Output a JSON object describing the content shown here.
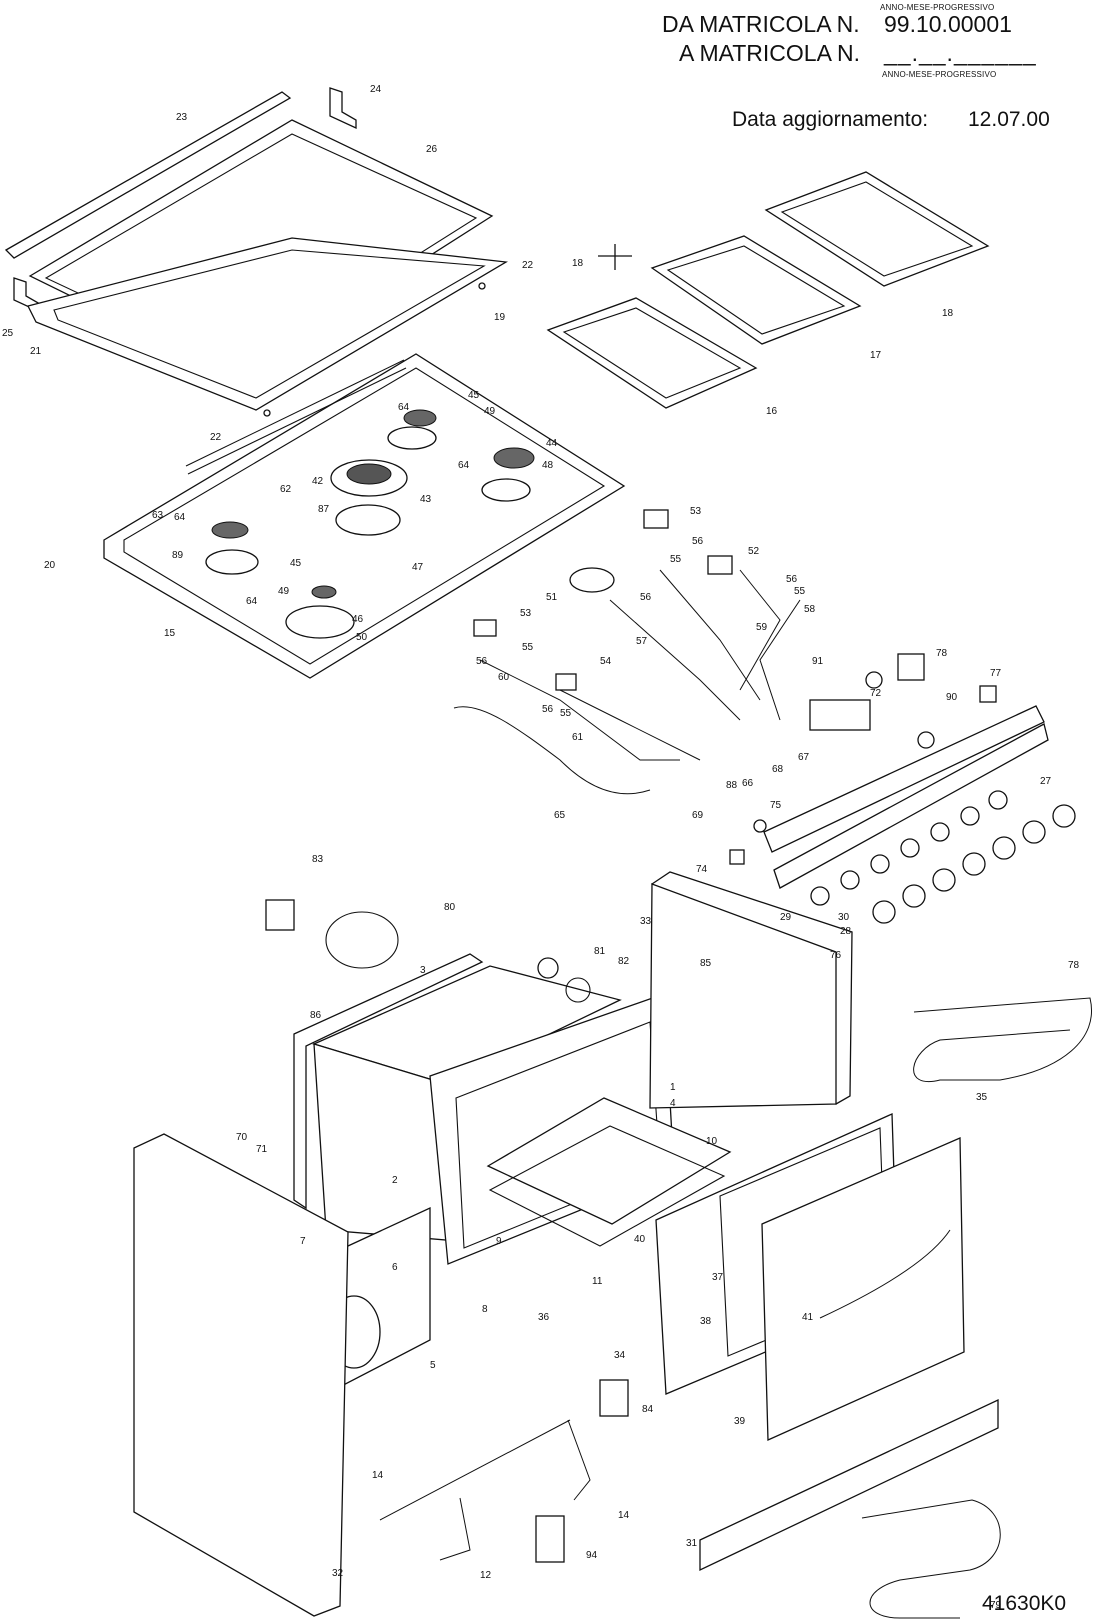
{
  "header": {
    "top_caption": "ANNO-MESE-PROGRESSIVO",
    "from_label": "DA MATRICOLA  N.",
    "from_value": "99.10.00001",
    "to_label": "A MATRICOLA  N.",
    "to_value": "__.__.______",
    "bottom_caption": "ANNO-MESE-PROGRESSIVO",
    "update_label": "Data aggiornamento:",
    "update_date": "12.07.00"
  },
  "footer": {
    "drawing_code": "41630K0"
  },
  "part_labels": {
    "p1": "1",
    "p2": "2",
    "p3": "3",
    "p4": "4",
    "p5": "5",
    "p6": "6",
    "p7": "7",
    "p8": "8",
    "p9": "9",
    "p10": "10",
    "p11": "11",
    "p12": "12",
    "p14a": "14",
    "p14b": "14",
    "p15": "15",
    "p16": "16",
    "p17": "17",
    "p18a": "18",
    "p18b": "18",
    "p19": "19",
    "p20": "20",
    "p21": "21",
    "p22a": "22",
    "p22b": "22",
    "p23": "23",
    "p24": "24",
    "p25": "25",
    "p26": "26",
    "p27": "27",
    "p28": "28",
    "p29": "29",
    "p30": "30",
    "p31": "31",
    "p32": "32",
    "p33": "33",
    "p34": "34",
    "p35": "35",
    "p36": "36",
    "p37": "37",
    "p38": "38",
    "p39": "39",
    "p40": "40",
    "p41": "41",
    "p42": "42",
    "p43": "43",
    "p44": "44",
    "p45a": "45",
    "p45b": "45",
    "p46": "46",
    "p47": "47",
    "p48": "48",
    "p49a": "49",
    "p49b": "49",
    "p50": "50",
    "p51": "51",
    "p52": "52",
    "p53a": "53",
    "p53b": "53",
    "p54": "54",
    "p55a": "55",
    "p55b": "55",
    "p55c": "55",
    "p55d": "55",
    "p56a": "56",
    "p56b": "56",
    "p56c": "56",
    "p56d": "56",
    "p56e": "56",
    "p57": "57",
    "p58": "58",
    "p59": "59",
    "p60": "60",
    "p61": "61",
    "p62": "62",
    "p63": "63",
    "p64a": "64",
    "p64b": "64",
    "p64c": "64",
    "p64d": "64",
    "p65": "65",
    "p66": "66",
    "p67": "67",
    "p68": "68",
    "p69": "69",
    "p70": "70",
    "p71": "71",
    "p72": "72",
    "p74": "74",
    "p75": "75",
    "p76": "76",
    "p77": "77",
    "p78a": "78",
    "p78b": "78",
    "p79": "79",
    "p80": "80",
    "p81": "81",
    "p82": "82",
    "p83": "83",
    "p84": "84",
    "p85": "85",
    "p86": "86",
    "p87": "87",
    "p88": "88",
    "p89": "89",
    "p90": "90",
    "p91": "91",
    "p94": "94"
  }
}
